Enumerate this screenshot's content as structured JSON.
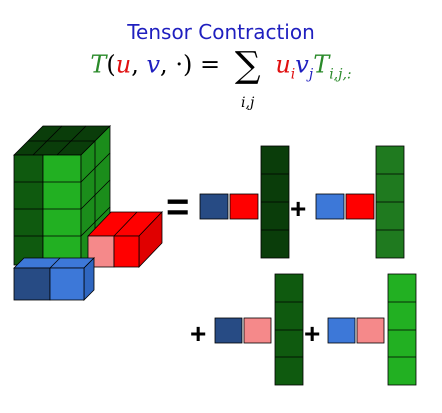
{
  "title": "Tensor Contraction",
  "formula": {
    "T": "T",
    "open": "(",
    "u": "u",
    "c1": ", ",
    "v": "v",
    "c2": ", ",
    "dot": "·",
    "close": ") = ",
    "sum_symbol": "∑",
    "sum_index": "i,j",
    "u2": "u",
    "i": "i",
    "v2": "v",
    "j": "j",
    "T2": "T",
    "ij": "i,j,:"
  },
  "operators": {
    "equals": "=",
    "plus": "+"
  },
  "colors": {
    "title": "#1f1fbf",
    "green_text": "#2a8a2a",
    "red_text": "#e01010",
    "blue_text": "#1f1fbf",
    "green_dark": "#0a3d0a",
    "green_mid": "#1f7a1f",
    "green_bright": "#22b022",
    "blue_dark": "#274b84",
    "blue_light": "#3d78d8",
    "red": "#ff0000",
    "pink": "#f5898a"
  }
}
